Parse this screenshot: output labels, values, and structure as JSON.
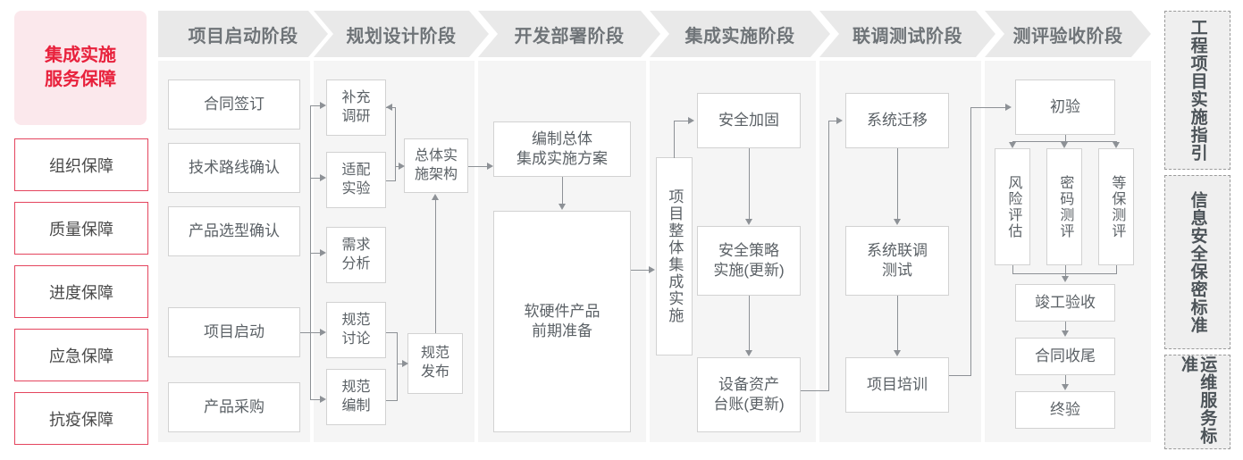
{
  "lead": {
    "label": "集成实施\n服务保障",
    "color": "#e8213c",
    "bg": "#fbe8ec"
  },
  "guarantees": [
    {
      "label": "组织保障"
    },
    {
      "label": "质量保障"
    },
    {
      "label": "进度保障"
    },
    {
      "label": "应急保障"
    },
    {
      "label": "抗疫保障"
    }
  ],
  "phases": [
    {
      "title": "项目启动阶段"
    },
    {
      "title": "规划设计阶段"
    },
    {
      "title": "开发部署阶段"
    },
    {
      "title": "集成实施阶段"
    },
    {
      "title": "联调测试阶段"
    },
    {
      "title": "测评验收阶段"
    }
  ],
  "nodes": {
    "p1": [
      {
        "label": "合同签订"
      },
      {
        "label": "技术路线确认"
      },
      {
        "label": "产品选型确认"
      },
      {
        "label": "项目启动"
      },
      {
        "label": "产品采购"
      }
    ],
    "p2": [
      {
        "label": "补充\n调研"
      },
      {
        "label": "适配\n实验"
      },
      {
        "label": "需求\n分析"
      },
      {
        "label": "规范\n讨论"
      },
      {
        "label": "规范\n编制"
      },
      {
        "label": "总体实\n施架构"
      },
      {
        "label": "规范\n发布"
      }
    ],
    "p3": [
      {
        "label": "编制总体\n集成实施方案"
      },
      {
        "label": "软硬件产品\n前期准备"
      }
    ],
    "p4": [
      {
        "label": "项目整体集成实施"
      },
      {
        "label": "安全加固"
      },
      {
        "label": "安全策略\n实施(更新)"
      },
      {
        "label": "设备资产\n台账(更新)"
      }
    ],
    "p5": [
      {
        "label": "系统迁移"
      },
      {
        "label": "系统联调\n测试"
      },
      {
        "label": "项目培训"
      }
    ],
    "p6": [
      {
        "label": "初验"
      },
      {
        "label": "风险评估"
      },
      {
        "label": "密码测评"
      },
      {
        "label": "等保测评"
      },
      {
        "label": "竣工验收"
      },
      {
        "label": "合同收尾"
      },
      {
        "label": "终验"
      }
    ]
  },
  "standards": [
    {
      "label": "工程项目实施指引"
    },
    {
      "label": "信息安全保密标准"
    },
    {
      "label": "运维服务标准"
    }
  ],
  "colors": {
    "accent_red": "#e8213c",
    "border_red": "#e4455e",
    "header_gray": "#e9e9e9",
    "panel_gray": "#f5f5f5",
    "node_border": "#d2d2d2",
    "connector": "#8d9196",
    "text_gray": "#5b6166"
  }
}
